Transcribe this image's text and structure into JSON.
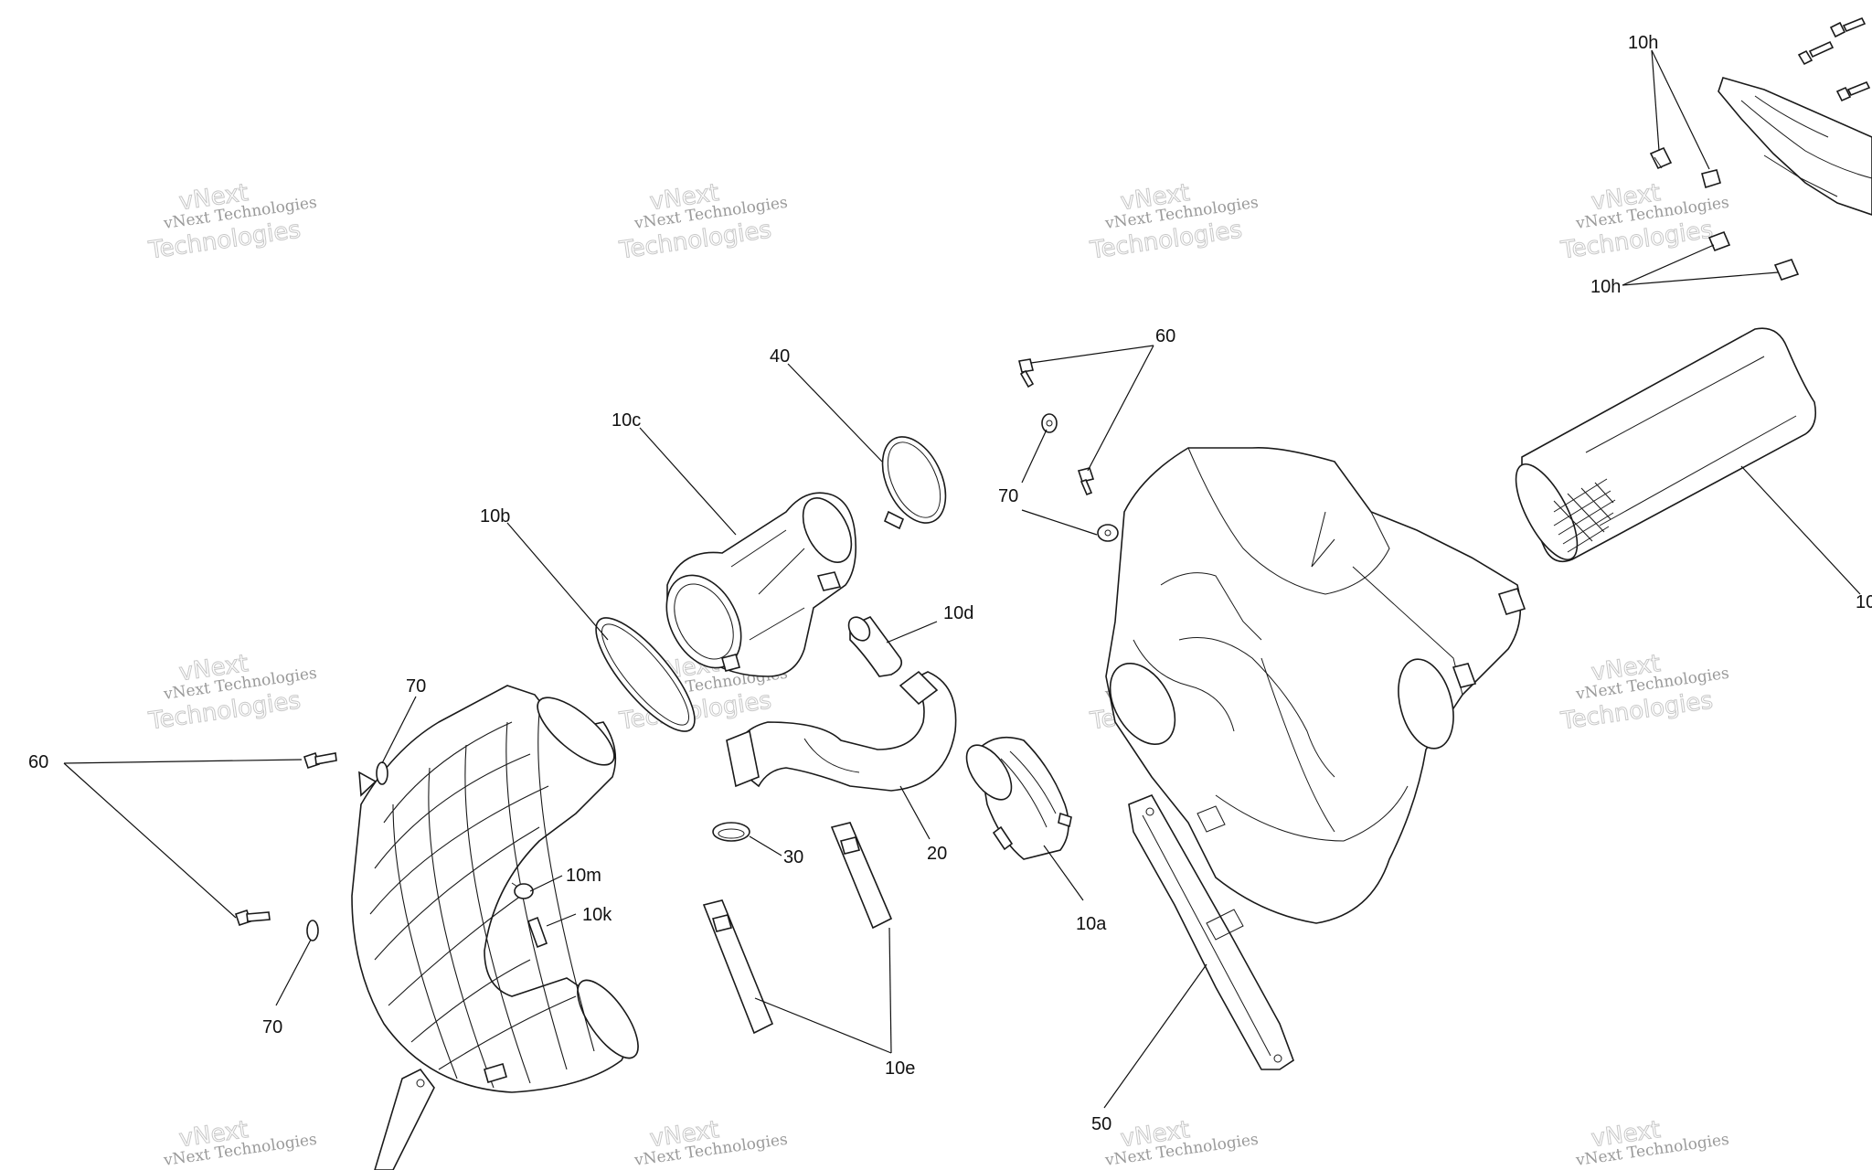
{
  "diagram": {
    "watermark": {
      "line1": "vNext Technologies",
      "line2": "vNext",
      "line3": "Technologies"
    },
    "callouts": {
      "c10h_top": "10h",
      "c10h_bot": "10h",
      "c10_right": "10",
      "c40": "40",
      "c10c": "10c",
      "c10b": "10b",
      "c60_top": "60",
      "c70_top": "70",
      "c10d": "10d",
      "c70_left": "70",
      "c60_left": "60",
      "c30": "30",
      "c20": "20",
      "c10m": "10m",
      "c10k": "10k",
      "c10a": "10a",
      "c70_bottom": "70",
      "c10e": "10e",
      "c50": "50"
    }
  }
}
